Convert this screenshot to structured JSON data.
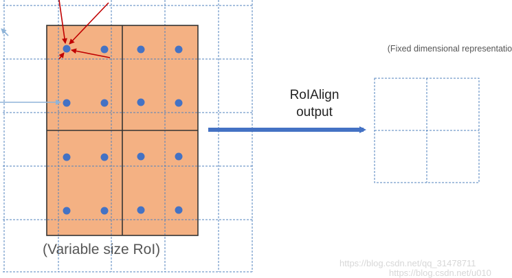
{
  "labels": {
    "fixed_representation": "(Fixed dimensional representation)",
    "method_name": "RoIAlign",
    "method_output": "output",
    "roi_caption": "(Variable size RoI)",
    "watermark": "https://blog.csdn.net/qq_31478711",
    "watermark_cut": "https://blog.csdn.net/u010"
  },
  "colors": {
    "grid_line": "#4f81bd",
    "roi_fill": "#f4b183",
    "roi_border": "#333333",
    "sample_point": "#4472c4",
    "arrow_big": "#4472c4",
    "arrow_red": "#c00000",
    "arrow_blue_thin": "#8fb4d8"
  },
  "roi": {
    "bins": "2x2",
    "sampling_points_per_bin": 4
  },
  "output_grid": {
    "bins": "2x2"
  }
}
